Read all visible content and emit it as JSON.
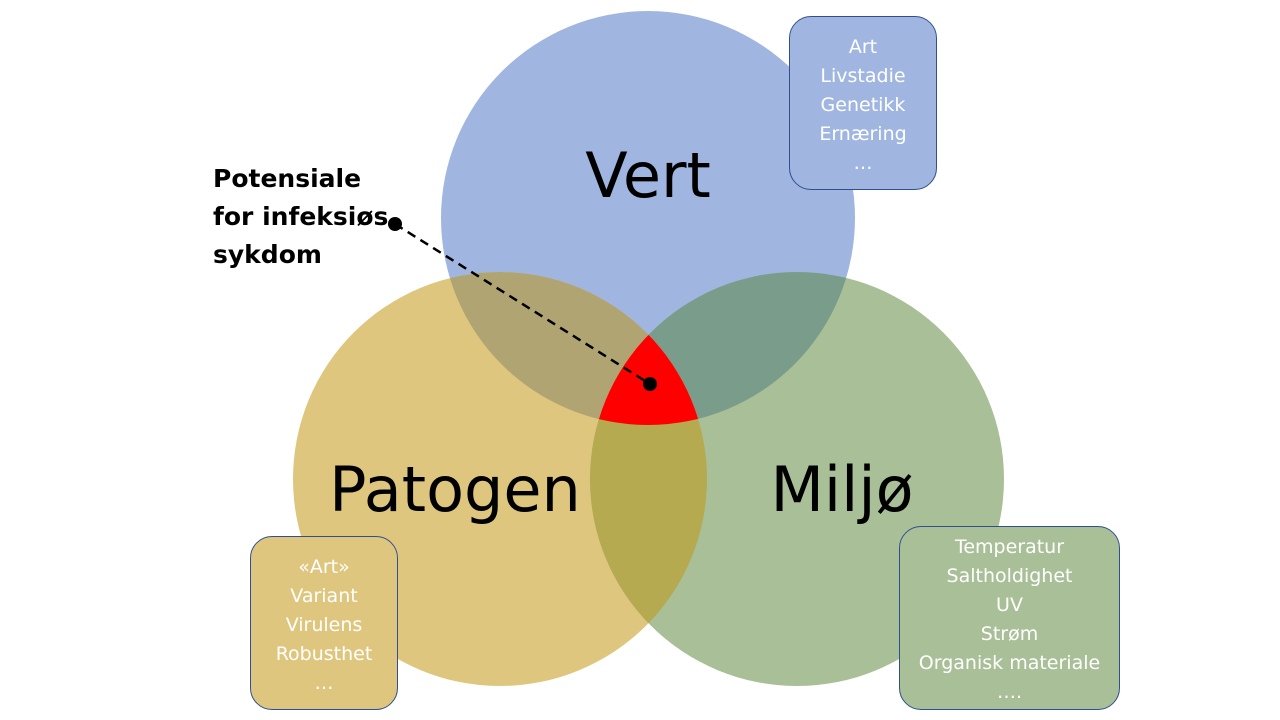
{
  "circles": {
    "vert": {
      "label": "Vert",
      "color": "#a0b6e0"
    },
    "patogen": {
      "label": "Patogen",
      "color": "#dfc67e"
    },
    "miljo": {
      "label": "Miljø",
      "color": "#a9bf97"
    }
  },
  "overlap_colors": {
    "vert_patogen": "#b0a572",
    "vert_miljo": "#7a9c8a",
    "patogen_miljo": "#b5aa4f",
    "center": "#ff0000"
  },
  "potential_label": [
    "Potensiale",
    "for infeksiøs",
    "sykdom"
  ],
  "boxes": {
    "vert": [
      "Art",
      "Livstadie",
      "Genetikk",
      "Ernæring",
      "…"
    ],
    "patogen": [
      "«Art»",
      "Variant",
      "Virulens",
      "Robusthet",
      "…"
    ],
    "miljo": [
      "Temperatur",
      "Saltholdighet",
      "UV",
      "Strøm",
      "Organisk materiale",
      "…."
    ]
  }
}
